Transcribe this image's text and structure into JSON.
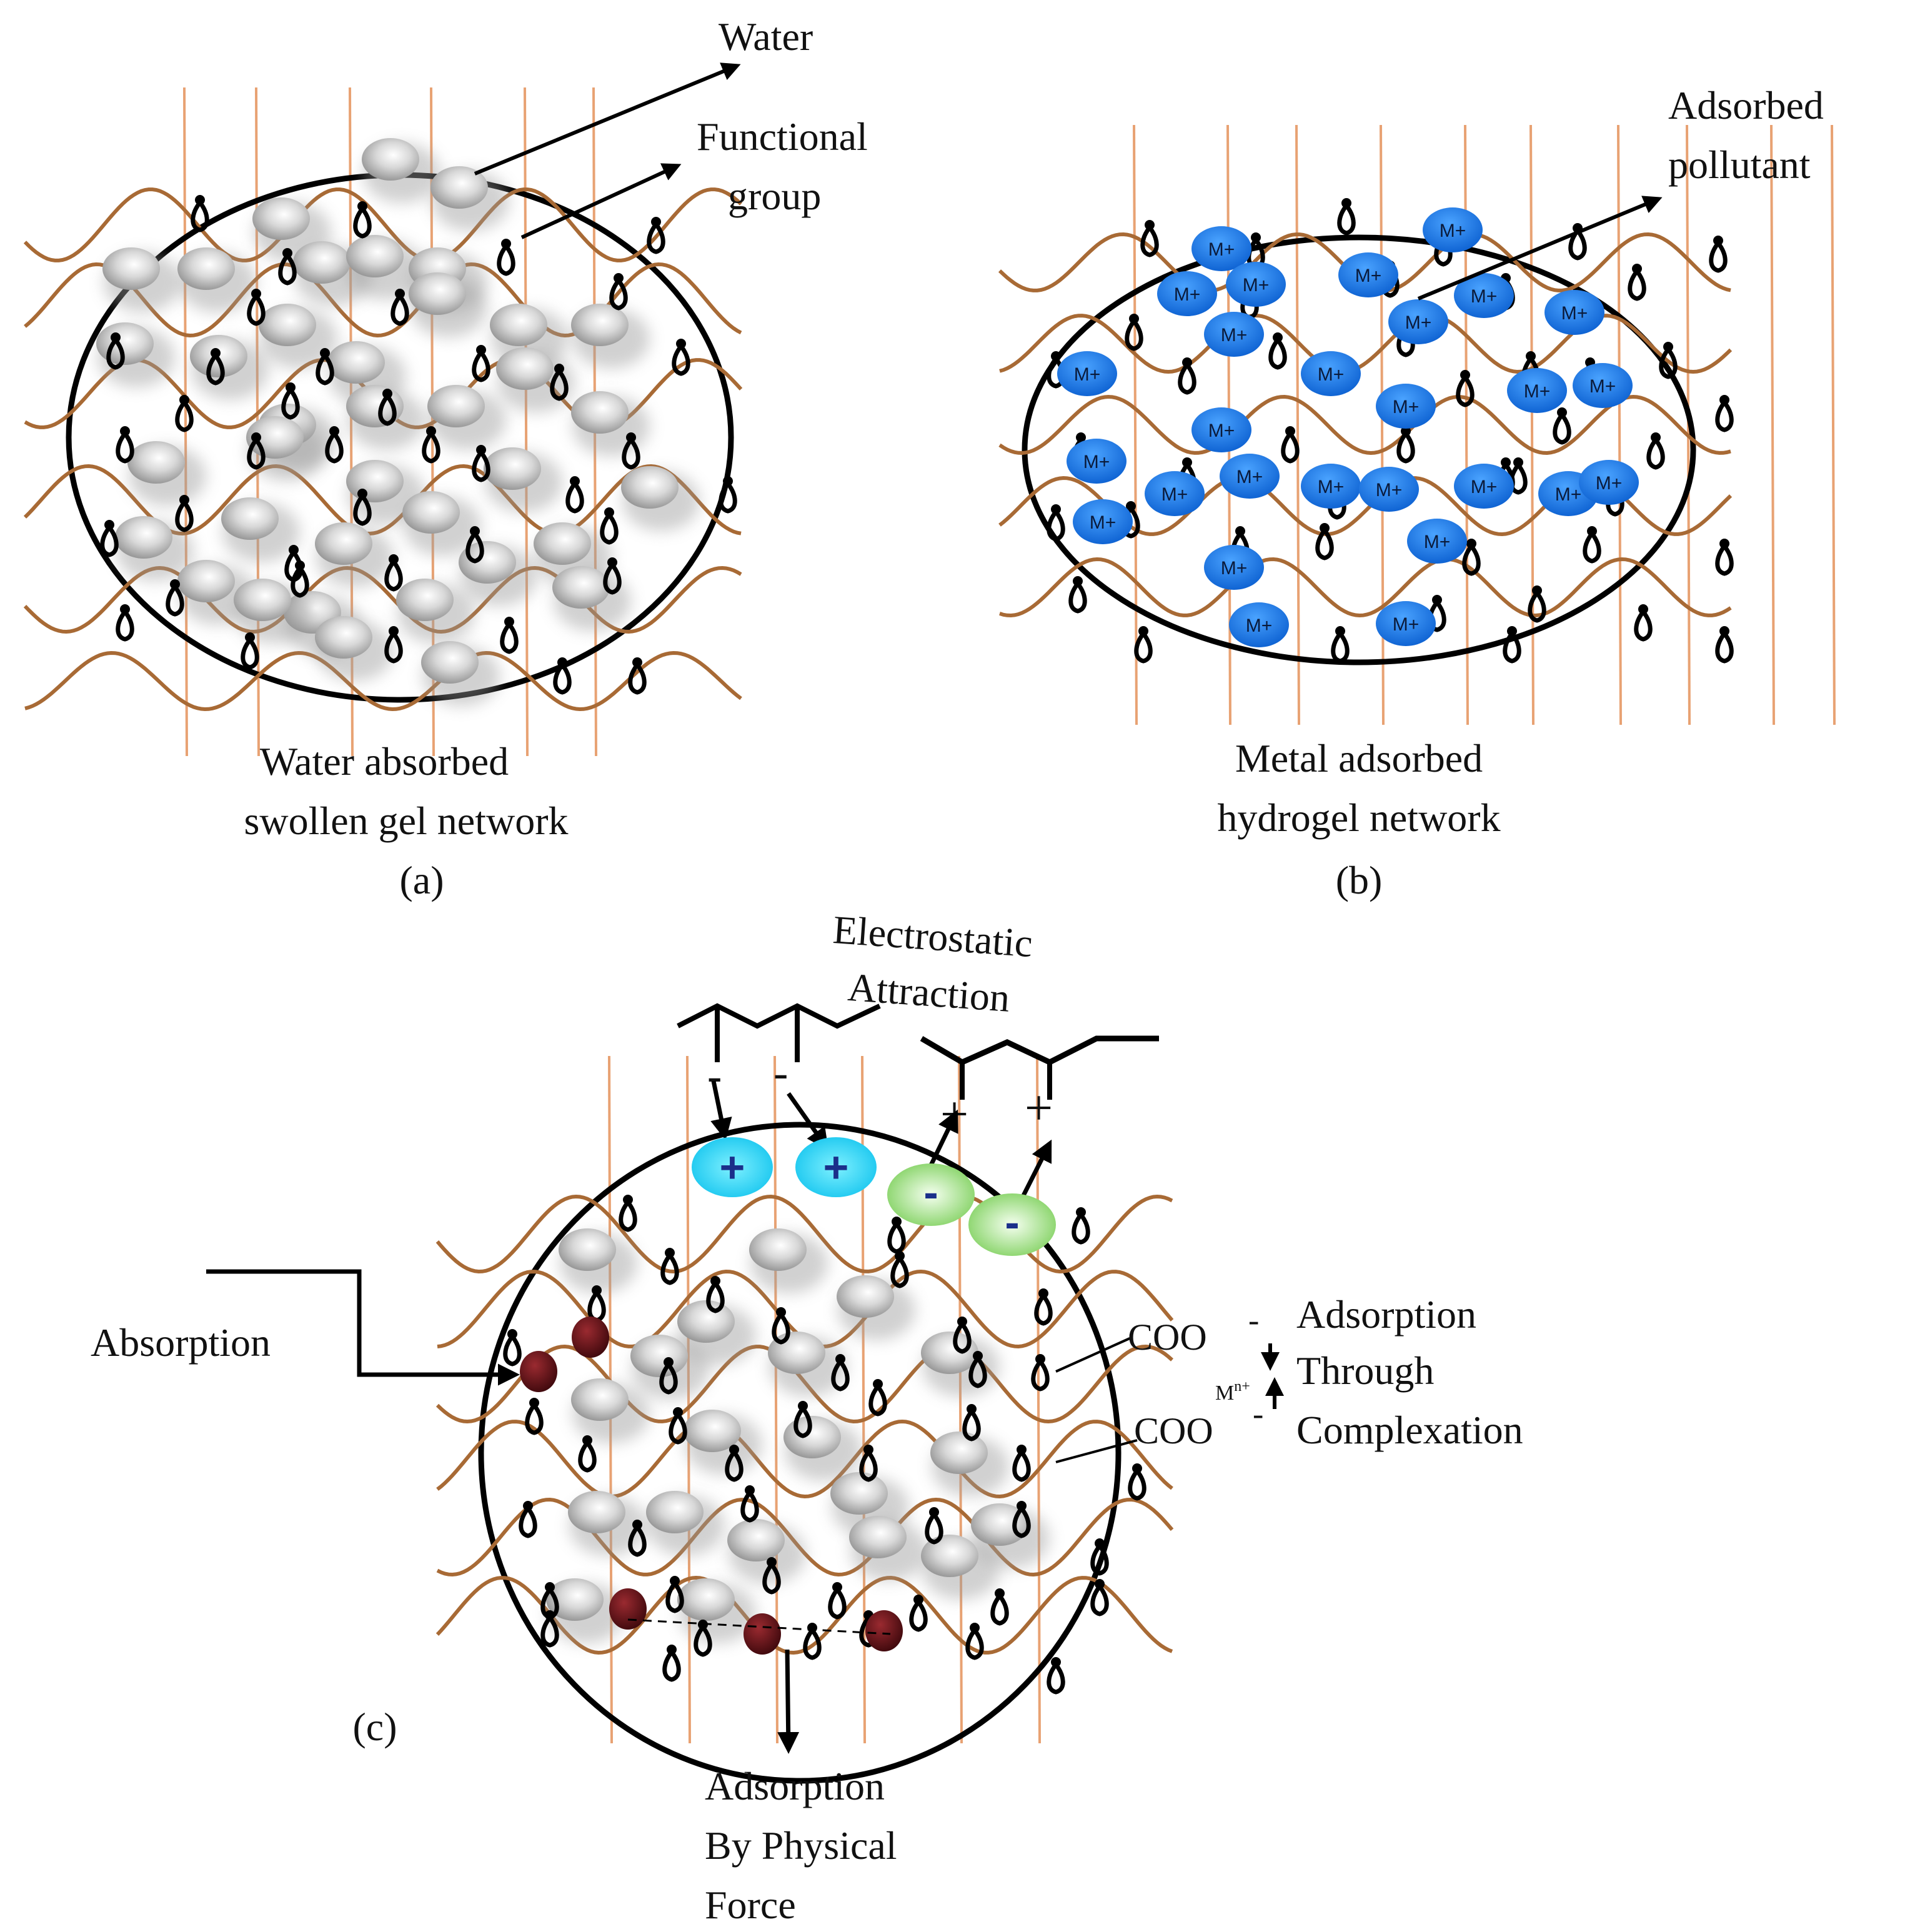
{
  "panel_a": {
    "label_water": "Water",
    "label_functional_1": "Functional",
    "label_functional_2": "group",
    "caption_1": "Water absorbed",
    "caption_2": "swollen gel network",
    "panel_label": "(a)"
  },
  "panel_b": {
    "label_pollutant_1": "Adsorbed",
    "label_pollutant_2": "pollutant",
    "ion_label": "M+",
    "caption_1": "Metal adsorbed",
    "caption_2": "hydrogel network",
    "panel_label": "(b)"
  },
  "panel_c": {
    "electrostatic_1": "Electrostatic",
    "electrostatic_2": "Attraction",
    "plus_sign": "+",
    "minus_sign": "-",
    "absorption": "Absorption",
    "coo": "COO",
    "coo_charge": "-",
    "metal_ion": "M",
    "metal_charge": "n+",
    "complex_1": "Adsorption",
    "complex_2": "Through",
    "complex_3": "Complexation",
    "physical_1": "Adsorption",
    "physical_2": "By Physical",
    "physical_3": "Force",
    "panel_label": "(c)"
  },
  "colors": {
    "chain": "#a86a35",
    "crosslink": "#e8a273",
    "outline": "#000000",
    "water_bead": "#c9c9c9",
    "metal_ion": "#1677e5",
    "cation": "#2ad2f2",
    "anion": "#b4ef8e",
    "pollutant": "#5a0f14"
  }
}
